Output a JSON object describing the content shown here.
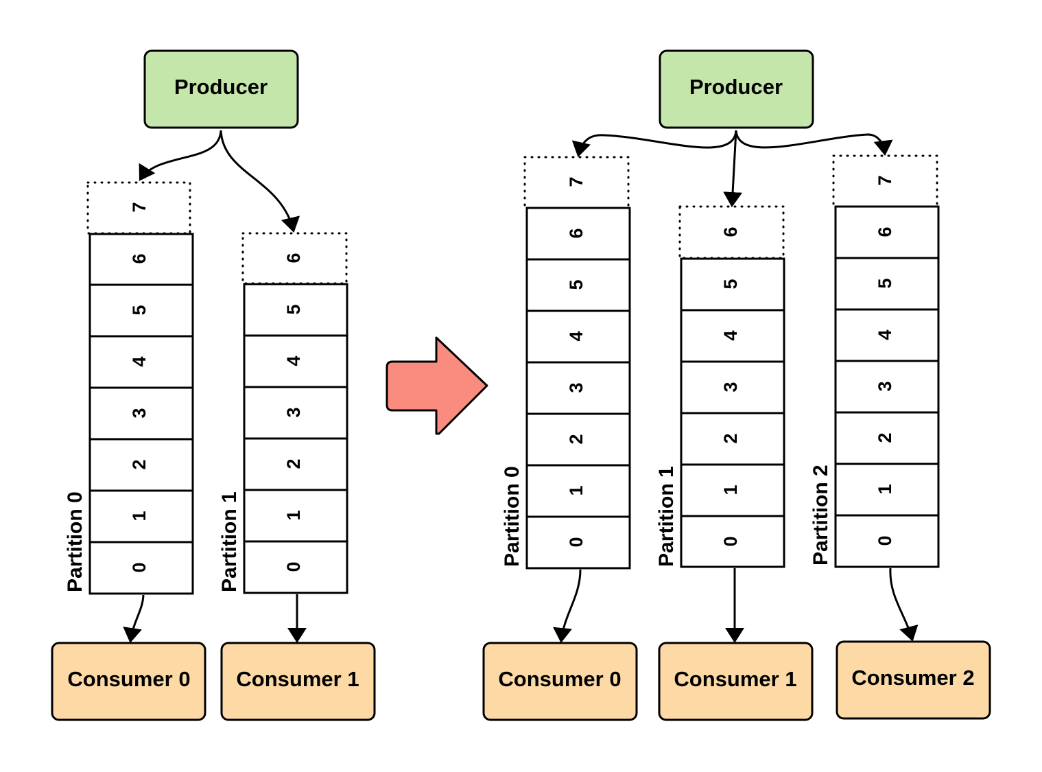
{
  "diagram": {
    "left": {
      "producer": {
        "label": "Producer"
      },
      "partitions": [
        {
          "label": "Partition 0",
          "offsets": [
            "0",
            "1",
            "2",
            "3",
            "4",
            "5",
            "6"
          ],
          "pending": "7"
        },
        {
          "label": "Partition 1",
          "offsets": [
            "0",
            "1",
            "2",
            "3",
            "4",
            "5"
          ],
          "pending": "6"
        }
      ],
      "consumers": [
        {
          "label": "Consumer 0"
        },
        {
          "label": "Consumer 1"
        }
      ]
    },
    "right": {
      "producer": {
        "label": "Producer"
      },
      "partitions": [
        {
          "label": "Partition 0",
          "offsets": [
            "0",
            "1",
            "2",
            "3",
            "4",
            "5",
            "6"
          ],
          "pending": "7"
        },
        {
          "label": "Partition 1",
          "offsets": [
            "0",
            "1",
            "2",
            "3",
            "4",
            "5"
          ],
          "pending": "6"
        },
        {
          "label": "Partition 2",
          "offsets": [
            "0",
            "1",
            "2",
            "3",
            "4",
            "5",
            "6"
          ],
          "pending": "7"
        }
      ],
      "consumers": [
        {
          "label": "Consumer 0"
        },
        {
          "label": "Consumer 1"
        },
        {
          "label": "Consumer 2"
        }
      ]
    },
    "colors": {
      "producer_fill": "#c5e6ab",
      "consumer_fill": "#fdd9a6",
      "transition_arrow_fill": "#fa8c7f",
      "stroke": "#000000"
    },
    "icons": {
      "transition": "right-arrow-icon"
    }
  }
}
